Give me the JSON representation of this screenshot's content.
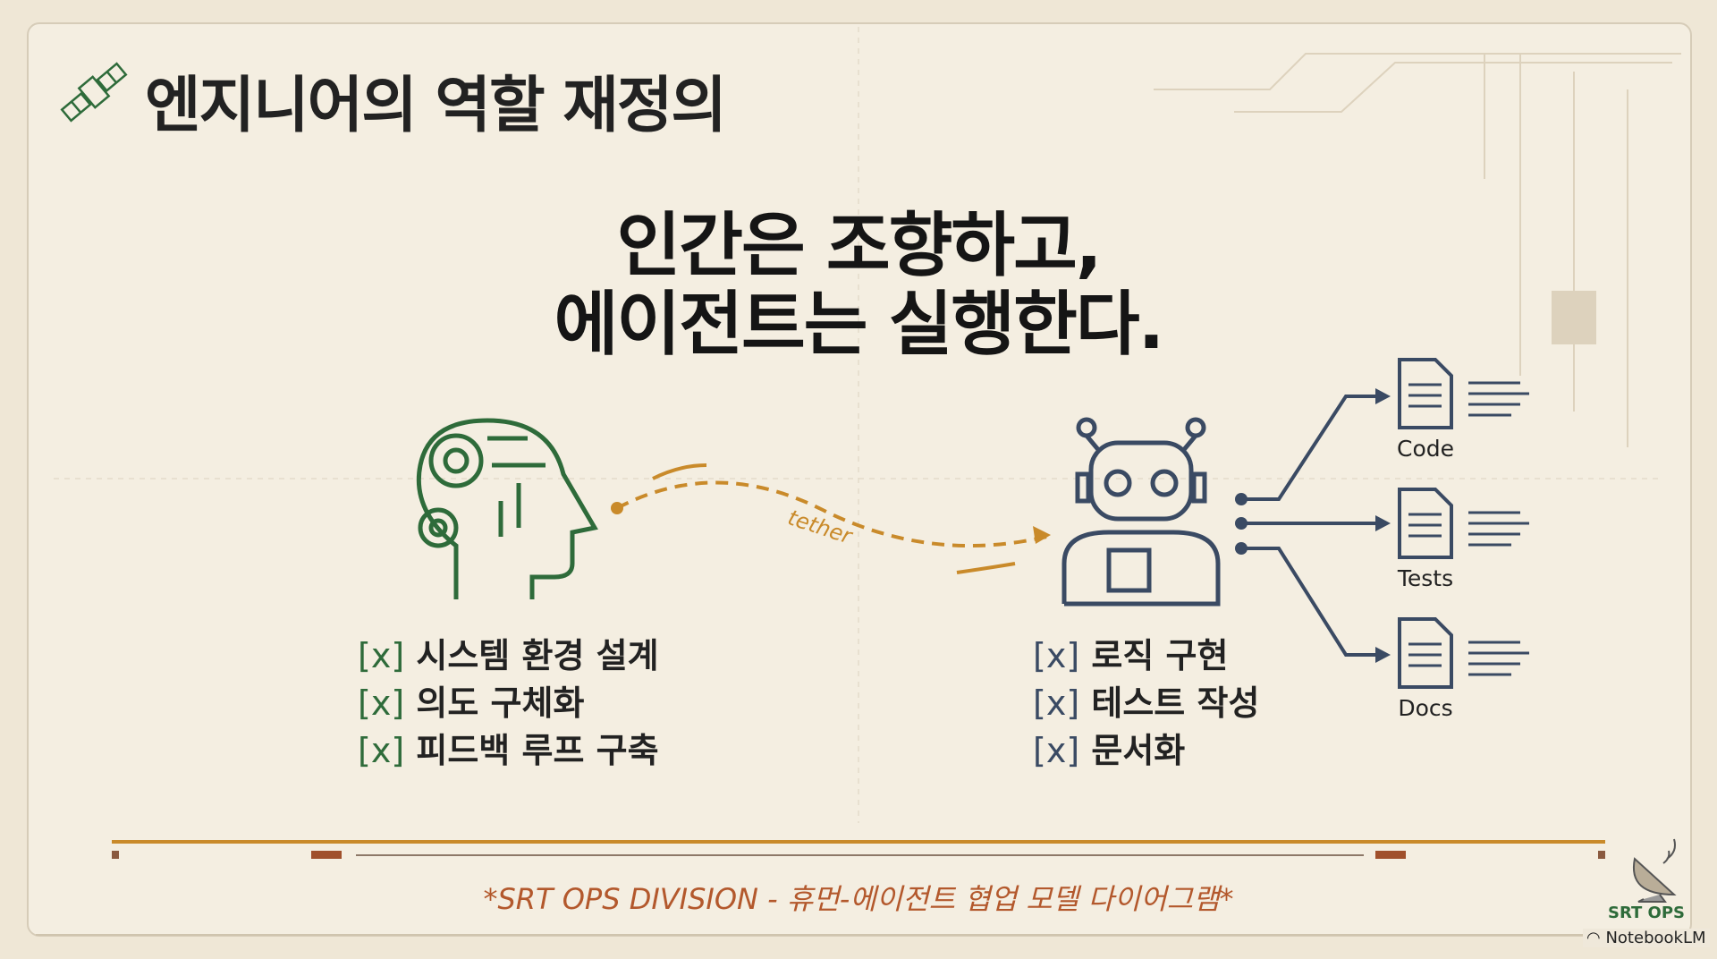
{
  "title": "엔지니어의 역할 재정의",
  "headline": {
    "line1": "인간은 조향하고,",
    "line2": "에이전트는 실행한다."
  },
  "tether_label": "tether",
  "human_tasks": [
    {
      "mark": "[x]",
      "text": "시스템 환경 설계"
    },
    {
      "mark": "[x]",
      "text": "의도 구체화"
    },
    {
      "mark": "[x]",
      "text": "피드백 루프 구축"
    }
  ],
  "agent_tasks": [
    {
      "mark": "[x]",
      "text": "로직 구현"
    },
    {
      "mark": "[x]",
      "text": "테스트 작성"
    },
    {
      "mark": "[x]",
      "text": "문서화"
    }
  ],
  "outputs": [
    "Code",
    "Tests",
    "Docs"
  ],
  "footer": "*SRT OPS DIVISION - 휴먼-에이전트 협업 모델 다이어그램*",
  "brand": "SRT OPS",
  "watermark": "NotebookLM",
  "colors": {
    "human": "#2e6b3a",
    "agent": "#3a4a63",
    "tether": "#c98a2a",
    "accent": "#b3582c"
  }
}
